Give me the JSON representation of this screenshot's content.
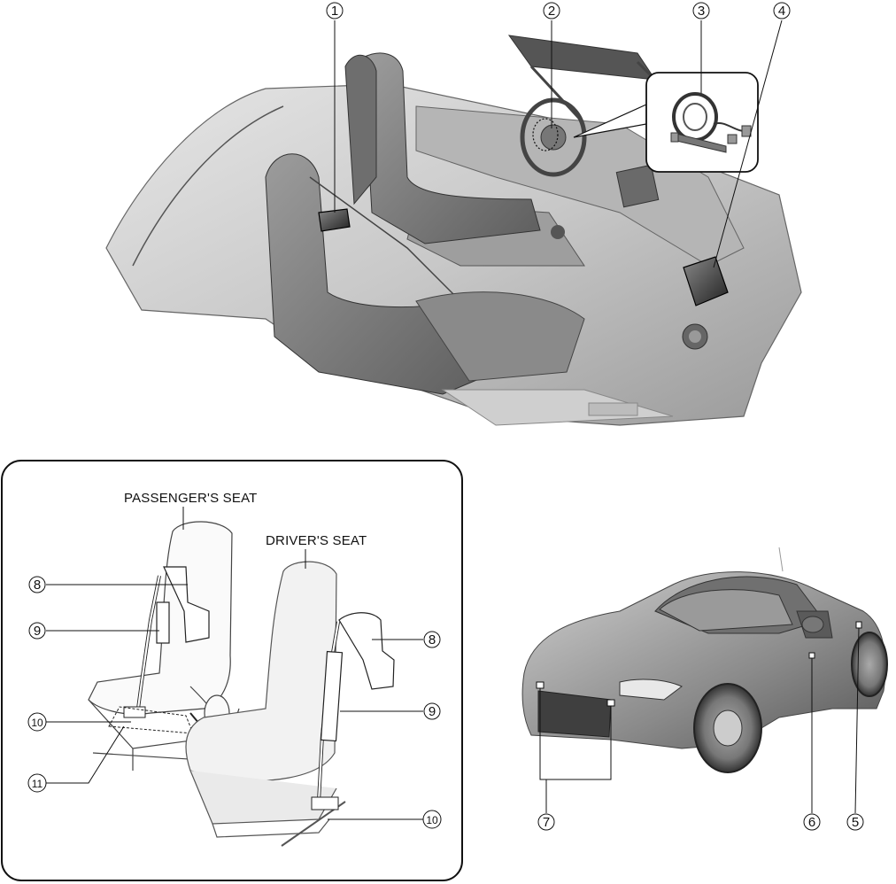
{
  "seat_labels": {
    "passenger": "PASSENGER'S SEAT",
    "driver": "DRIVER'S SEAT"
  },
  "callouts": {
    "c1": "1",
    "c2": "2",
    "c3": "3",
    "c4": "4",
    "c5": "5",
    "c6": "6",
    "c7": "7",
    "c8a": "8",
    "c8b": "8",
    "c9a": "9",
    "c9b": "9",
    "c10a": "10",
    "c10b": "10",
    "c11": "11"
  }
}
